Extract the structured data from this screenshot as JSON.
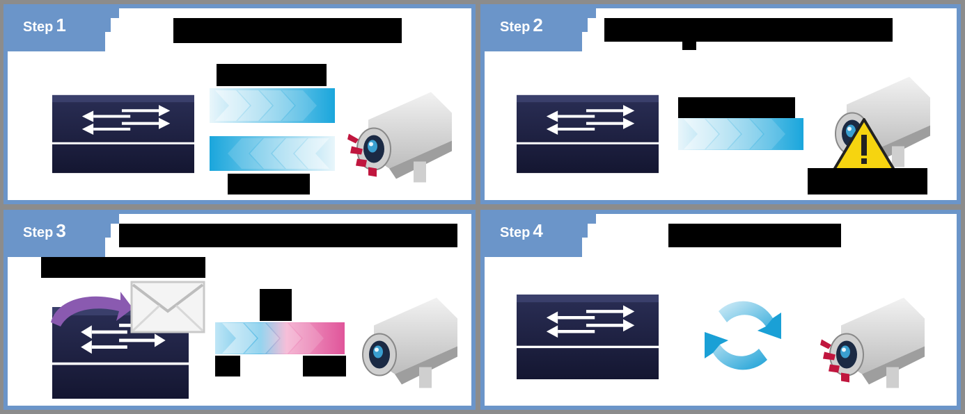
{
  "steps": [
    {
      "label": "Step",
      "number": "1"
    },
    {
      "label": "Step",
      "number": "2"
    },
    {
      "label": "Step",
      "number": "3"
    },
    {
      "label": "Step",
      "number": "4"
    }
  ],
  "colors": {
    "panel_border": "#6b95c9",
    "background": "#8c8c8c",
    "switch_body": "#1c1f3e",
    "arrow_cyan": "#2aa8dc",
    "arrow_pink": "#e0559a",
    "warning_yellow": "#f6d410",
    "alert_red": "#c0163e",
    "envelope_purple": "#8a5ab0"
  },
  "icons": [
    "switch-icon",
    "camera-icon",
    "arrow-chevrons-icon",
    "warning-icon",
    "envelope-icon",
    "reboot-cycle-icon"
  ]
}
